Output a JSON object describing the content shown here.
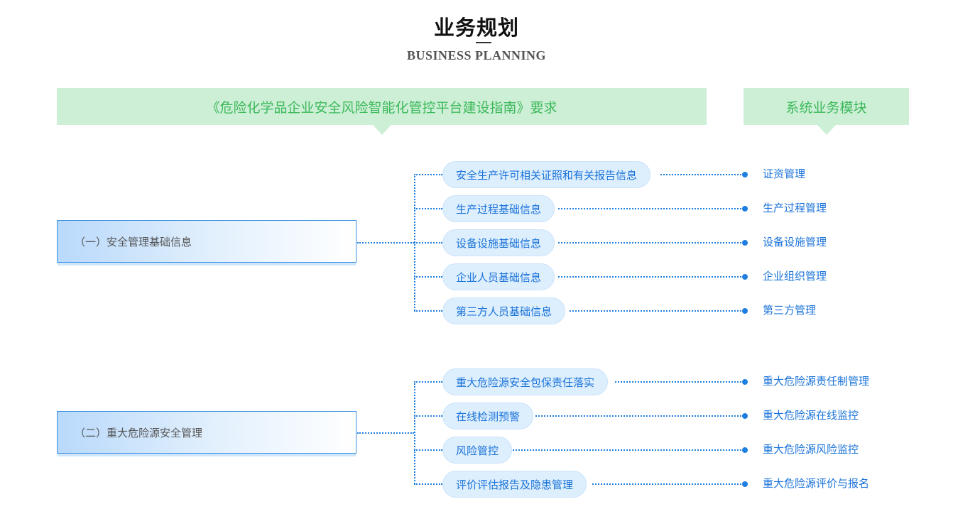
{
  "header": {
    "title": "业务规划",
    "subtitle": "BUSINESS PLANNING"
  },
  "banners": {
    "left": "《危险化学品企业安全风险智能化管控平台建设指南》要求",
    "right": "系统业务模块"
  },
  "groups": [
    {
      "category": "（一）安全管理基础信息",
      "items": [
        {
          "requirement": "安全生产许可相关证照和有关报告信息",
          "module": "证资管理"
        },
        {
          "requirement": "生产过程基础信息",
          "module": "生产过程管理"
        },
        {
          "requirement": "设备设施基础信息",
          "module": "设备设施管理"
        },
        {
          "requirement": "企业人员基础信息",
          "module": "企业组织管理"
        },
        {
          "requirement": "第三方人员基础信息",
          "module": "第三方管理"
        }
      ]
    },
    {
      "category": "（二）重大危险源安全管理",
      "items": [
        {
          "requirement": "重大危险源安全包保责任落实",
          "module": "重大危险源责任制管理"
        },
        {
          "requirement": "在线检测预警",
          "module": "重大危险源在线监控"
        },
        {
          "requirement": "风险管控",
          "module": "重大危险源风险监控"
        },
        {
          "requirement": "评价评估报告及隐患管理",
          "module": "重大危险源评价与报名"
        }
      ]
    }
  ],
  "colors": {
    "accent": "#1f7fe0",
    "banner_bg": "#cdefd6",
    "banner_text": "#3cb95a",
    "pill_bg": "#ddeefd"
  }
}
